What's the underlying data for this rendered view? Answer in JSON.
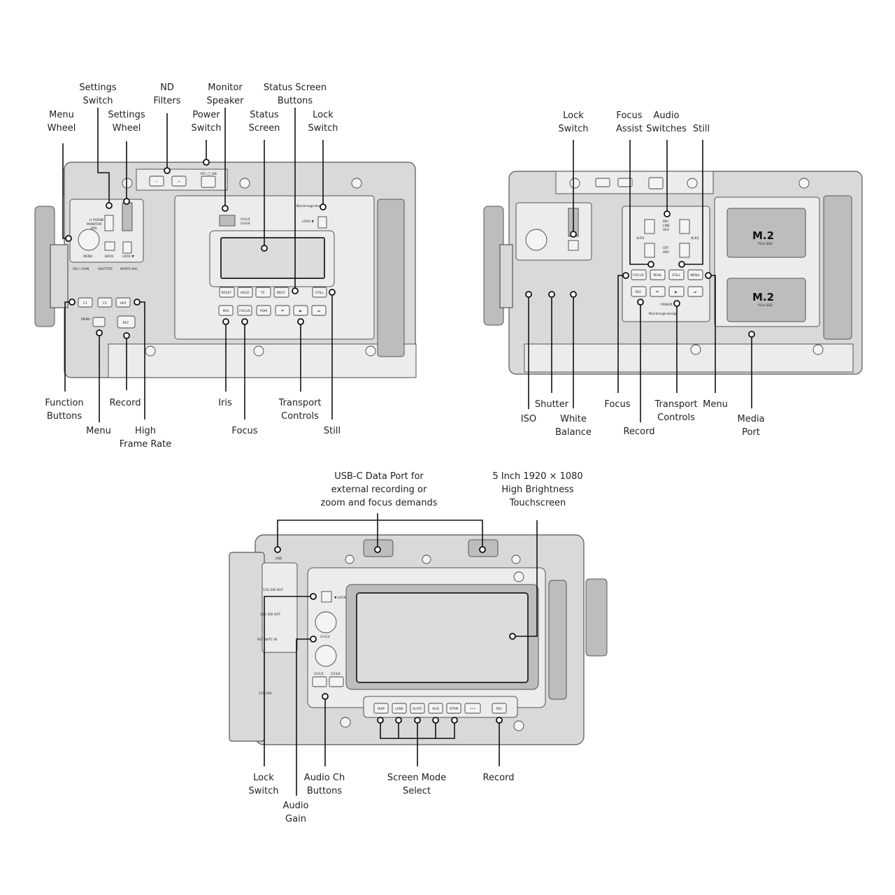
{
  "views": {
    "front": {
      "labels": {
        "settings_switch": "Settings\nSwitch",
        "nd_filters": "ND\nFilters",
        "monitor_speaker": "Monitor\nSpeaker",
        "status_screen_buttons": "Status Screen\nButtons",
        "menu_wheel": "Menu\nWheel",
        "settings_wheel": "Settings\nWheel",
        "power_switch": "Power\nSwitch",
        "status_screen": "Status\nScreen",
        "lock_switch": "Lock\nSwitch",
        "function_buttons": "Function\nButtons",
        "record": "Record",
        "iris": "Iris",
        "transport_controls": "Transport\nControls",
        "menu": "Menu",
        "high_frame_rate": "High\nFrame Rate",
        "focus": "Focus",
        "still": "Still"
      },
      "device_text": {
        "brand": "Blackmagicdesign",
        "off_on": "OFF ◯ ON",
        "lock": "LOCK ▼",
        "h_phone": "H PHONE",
        "monitor": "MONITOR",
        "iris": "IRIS",
        "menu": "MENU",
        "back": "BACK",
        "iso_gain": "ISO / GAIN",
        "shutter": "SHUTTER",
        "white_bal": "WHITE BAL",
        "f1": "F1",
        "f2": "F2",
        "hfr": "HFR",
        "rec": "REC",
        "ch12": "CH1/2",
        "ch34": "CH3/4",
        "minus": "−",
        "plus": "+",
        "status_buttons": [
          "RESET",
          "HOLD",
          "TC",
          "BRGT"
        ],
        "still_btn": "STILL",
        "bottom_buttons": [
          "IRIS",
          "FOCUS",
          "PGM",
          "⏮",
          "▶",
          "⏭"
        ]
      }
    },
    "side": {
      "labels": {
        "lock_switch": "Lock\nSwitch",
        "focus_assist": "Focus\nAssist",
        "audio_switches": "Audio\nSwitches",
        "still": "Still",
        "iso": "ISO",
        "shutter": "Shutter",
        "white_balance": "White\nBalance",
        "focus": "Focus",
        "record": "Record",
        "transport_controls": "Transport\nControls",
        "menu": "Menu",
        "media_port": "Media\nPort"
      },
      "device_text": {
        "m2": "M.2",
        "pcie": "PCIe SSD",
        "xlr1": "XLR1",
        "xlr2": "XLR2",
        "mic_line_aes": [
          "MIC",
          "LINE",
          "AES"
        ],
        "off_48v": [
          "OFF",
          "48V"
        ],
        "row1": [
          "FOCUS",
          "PEAK",
          "STILL",
          "MENU"
        ],
        "row2": [
          "REC",
          "⏮",
          "▶",
          "⏭"
        ],
        "power": "POWER",
        "brand": "Blackmagicdesign"
      }
    },
    "rear": {
      "labels": {
        "usb_c": "USB-C Data Port for\nexternal recording or\nzoom and focus demands",
        "touchscreen": "5 Inch 1920 × 1080\nHigh Brightness\nTouchscreen",
        "lock_switch": "Lock\nSwitch",
        "audio_ch_buttons": "Audio Ch\nButtons",
        "screen_mode_select": "Screen Mode\nSelect",
        "record": "Record",
        "audio_gain": "Audio\nGain"
      },
      "device_text": {
        "usb": "USB",
        "sdi_out_1": "12G SDI OUT",
        "sdi_out_2": "12G SDI OUT",
        "ref_tc_in": "REF IN/TC IN",
        "lock": "▼ LOCK",
        "ch12": "CH1/2",
        "ch34": "CH3/4",
        "power_in": "12V-20V",
        "mode_buttons": [
          "DISP",
          "LENS",
          "SLATE",
          "AUD",
          "STRM",
          "•••"
        ],
        "rec": "REC"
      }
    }
  }
}
